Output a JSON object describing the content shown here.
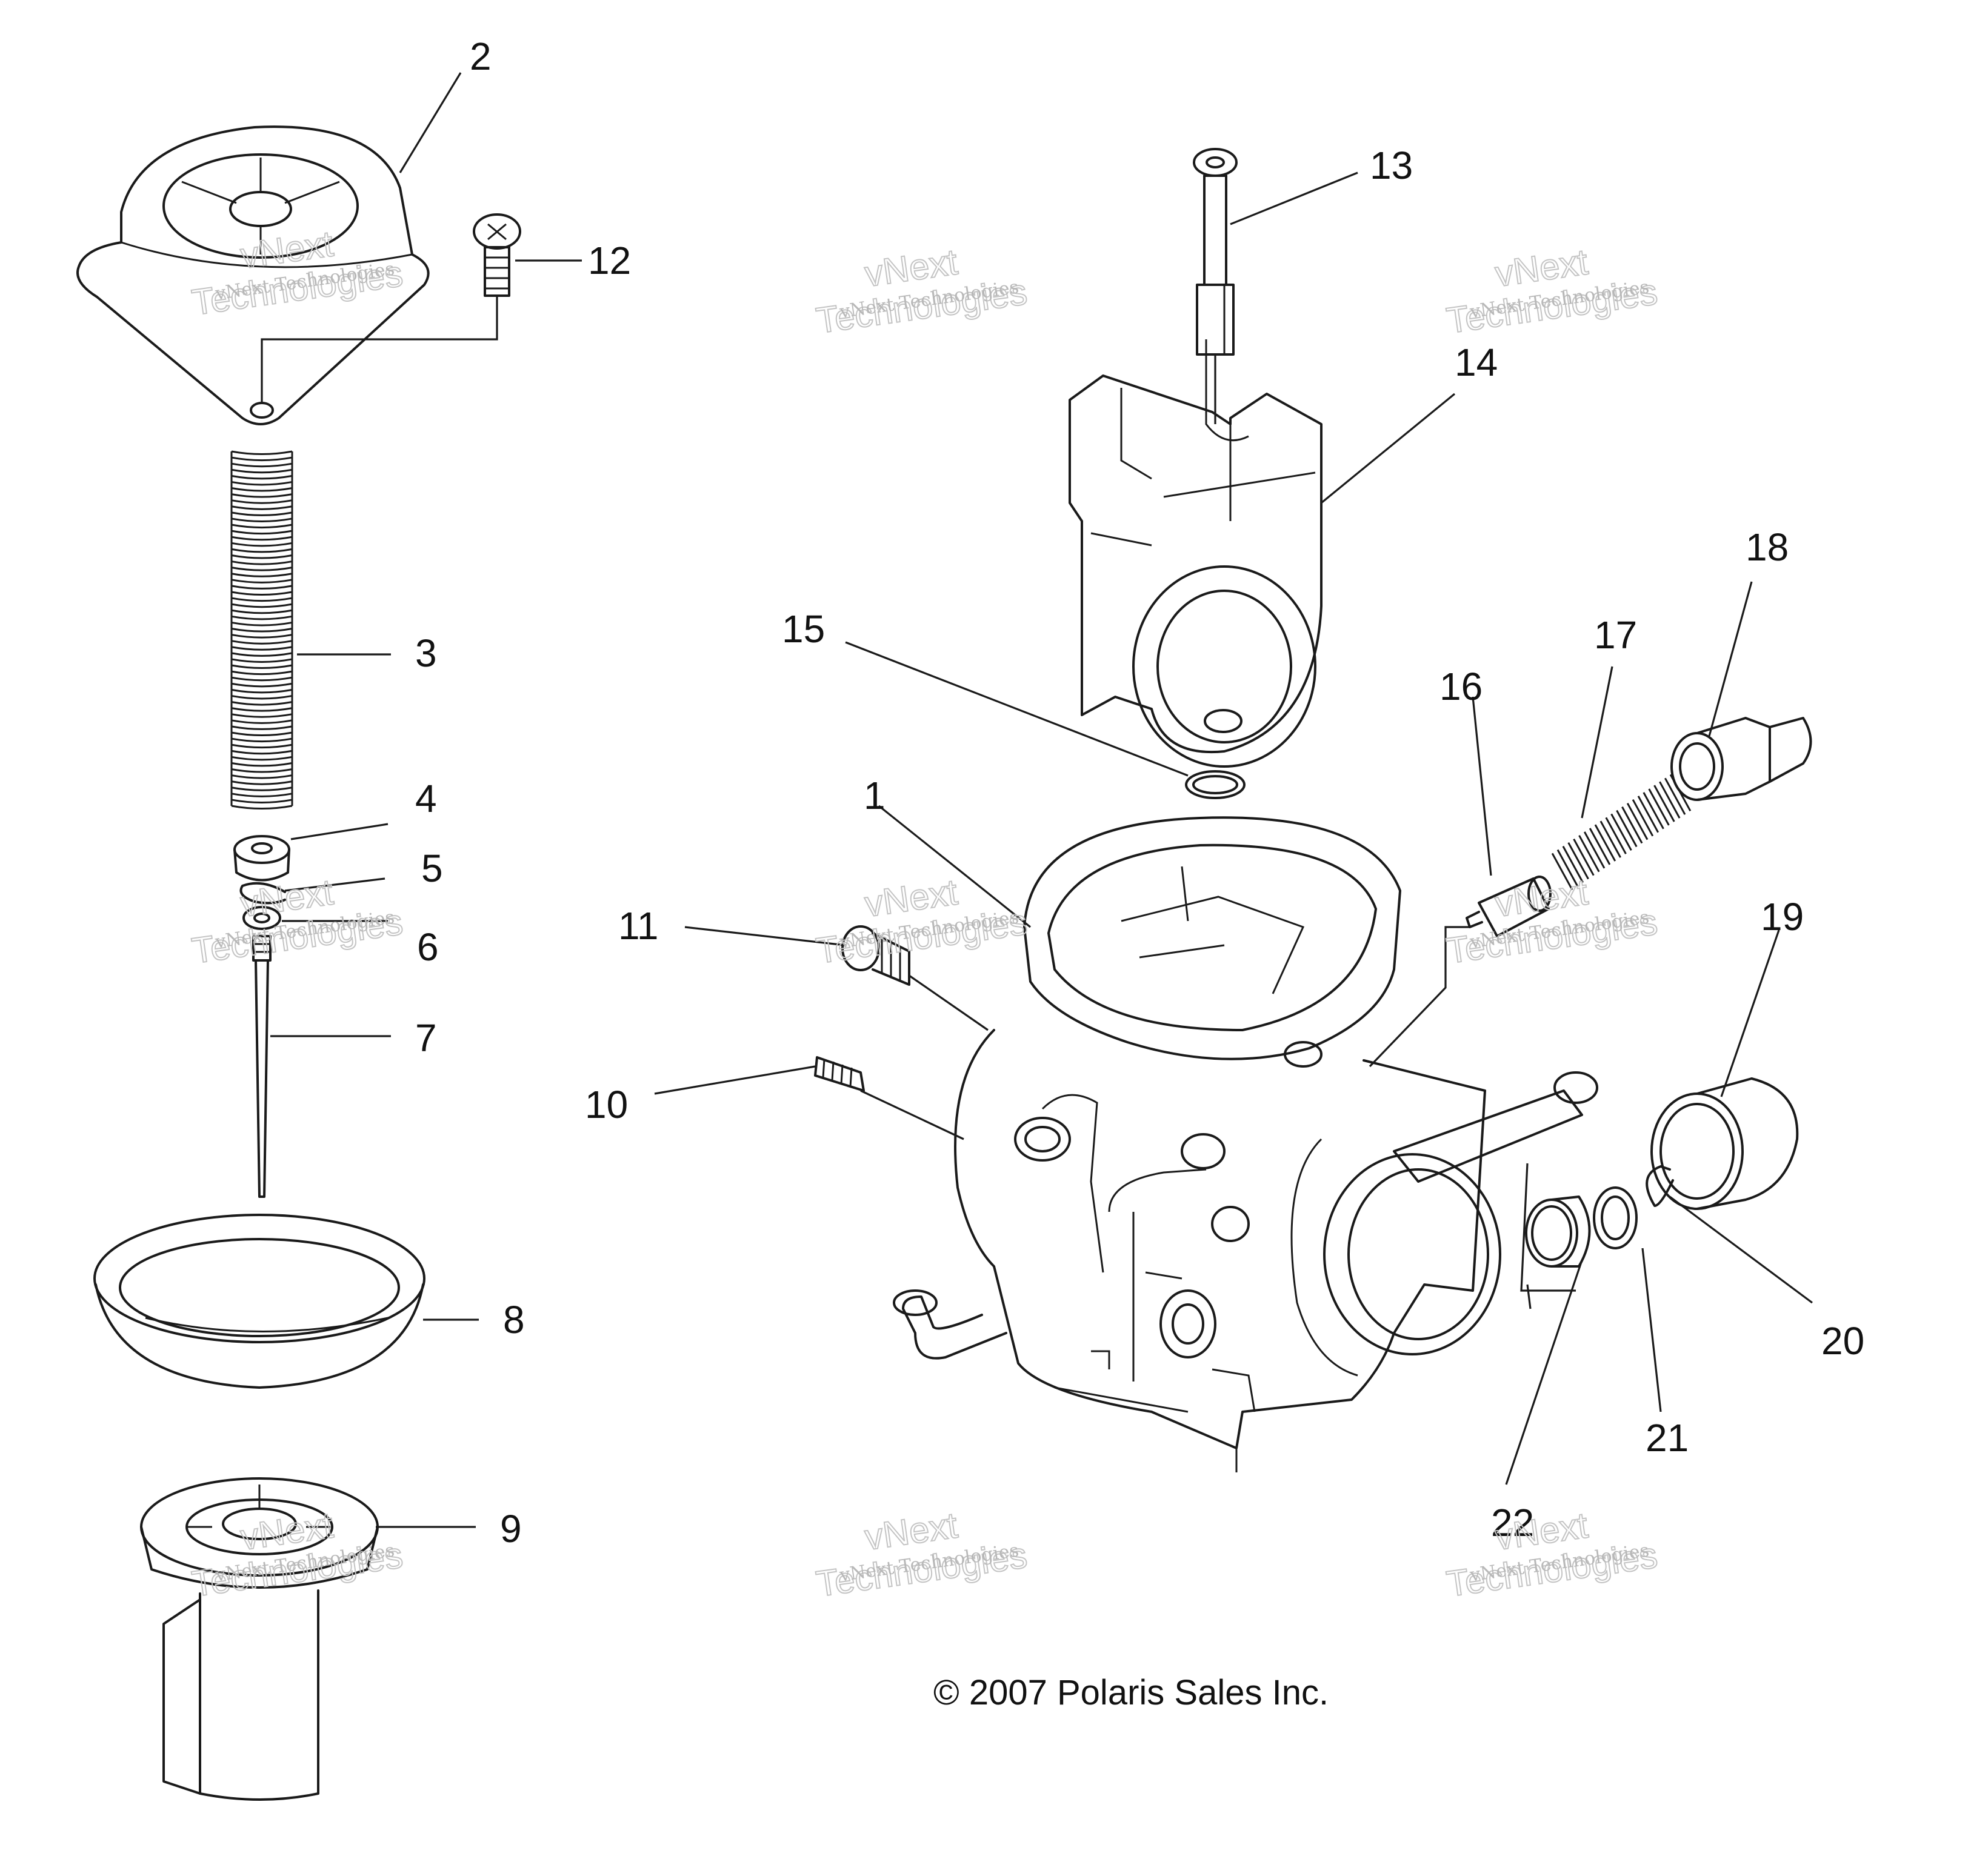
{
  "diagram": {
    "callouts": [
      {
        "id": "2",
        "label": "2"
      },
      {
        "id": "12",
        "label": "12"
      },
      {
        "id": "3",
        "label": "3"
      },
      {
        "id": "4",
        "label": "4"
      },
      {
        "id": "5",
        "label": "5"
      },
      {
        "id": "6",
        "label": "6"
      },
      {
        "id": "7",
        "label": "7"
      },
      {
        "id": "8",
        "label": "8"
      },
      {
        "id": "9",
        "label": "9"
      },
      {
        "id": "13",
        "label": "13"
      },
      {
        "id": "14",
        "label": "14"
      },
      {
        "id": "15",
        "label": "15"
      },
      {
        "id": "1",
        "label": "1"
      },
      {
        "id": "11",
        "label": "11"
      },
      {
        "id": "10",
        "label": "10"
      },
      {
        "id": "16",
        "label": "16"
      },
      {
        "id": "17",
        "label": "17"
      },
      {
        "id": "18",
        "label": "18"
      },
      {
        "id": "19",
        "label": "19"
      },
      {
        "id": "20",
        "label": "20"
      },
      {
        "id": "21",
        "label": "21"
      },
      {
        "id": "22",
        "label": "22"
      }
    ],
    "watermark": {
      "small_text": "vNext Technologies",
      "large_text": "Technologies",
      "arc_text": "vNext"
    },
    "copyright": "© 2007 Polaris Sales Inc."
  }
}
